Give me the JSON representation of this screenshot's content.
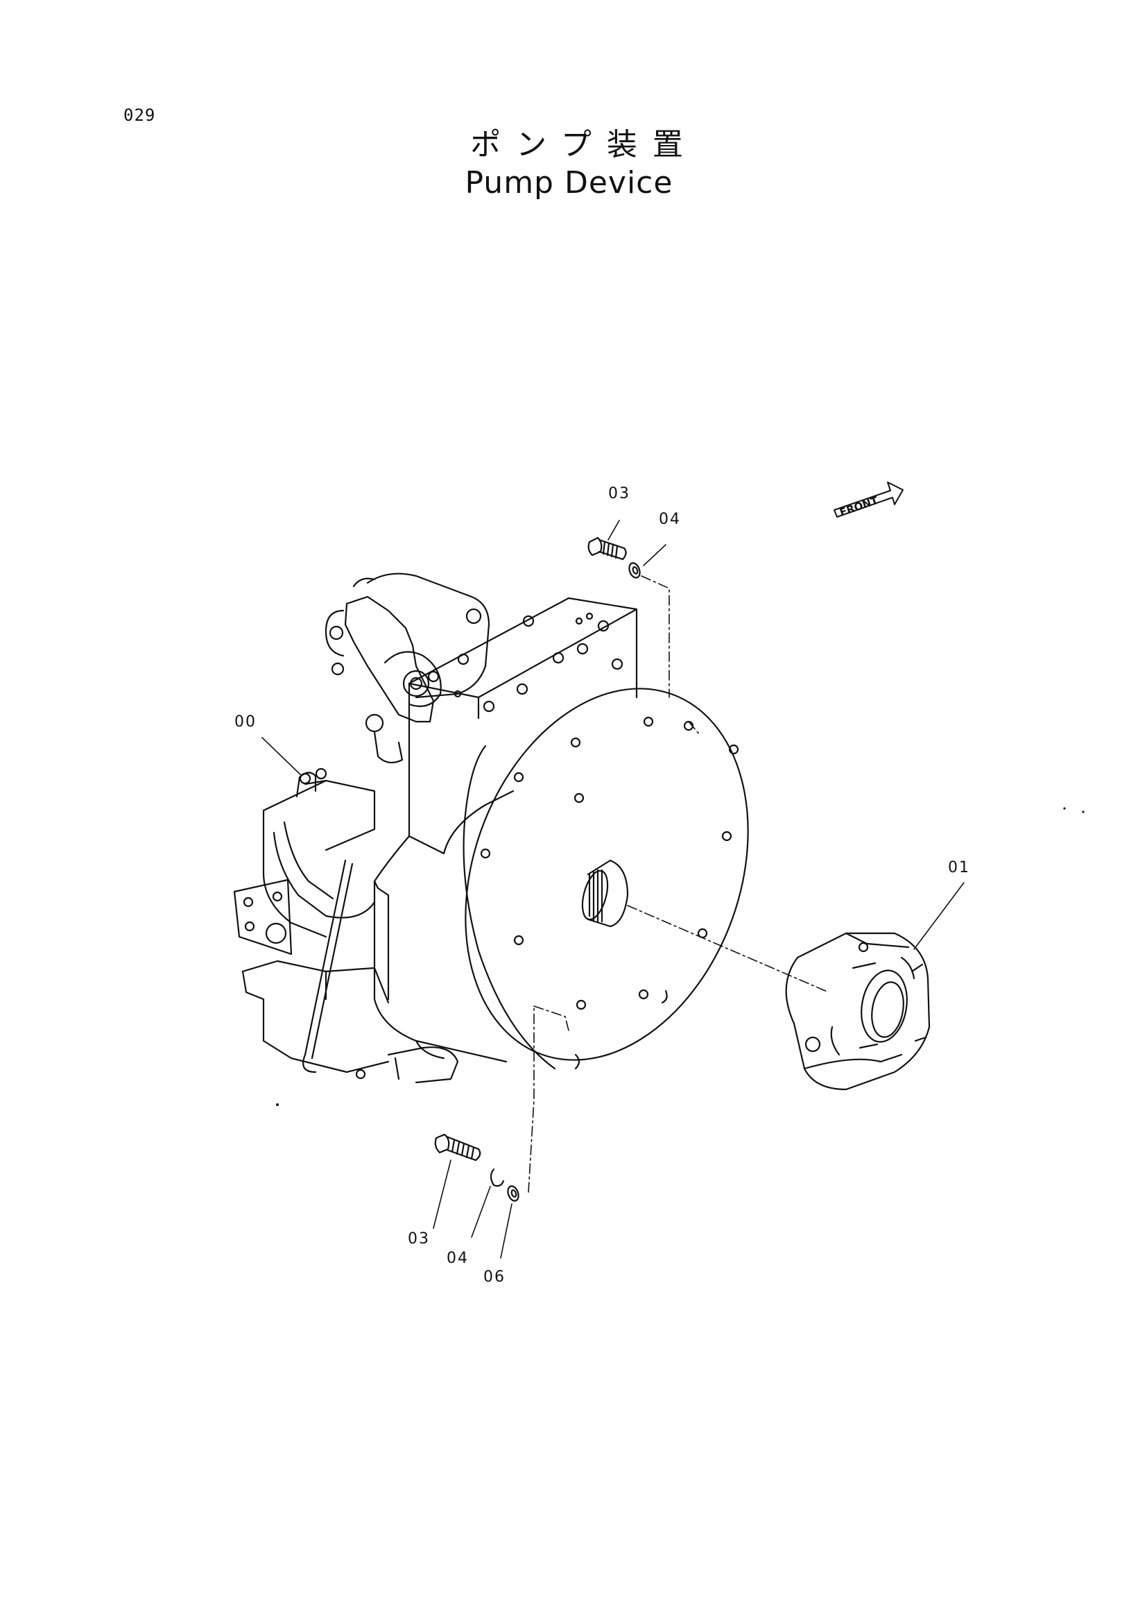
{
  "page_number": "029",
  "title_jp": "ポンプ装置",
  "title_en": "Pump Device",
  "front_indicator": "FRONT",
  "callouts": {
    "pump_assembly": "00",
    "coupling": "01",
    "bolt_top": "03",
    "washer_top": "04",
    "bolt_bottom": "03",
    "washer_bottom": "04",
    "washer_small": "06"
  },
  "colors": {
    "line": "#111111",
    "background": "#ffffff"
  }
}
